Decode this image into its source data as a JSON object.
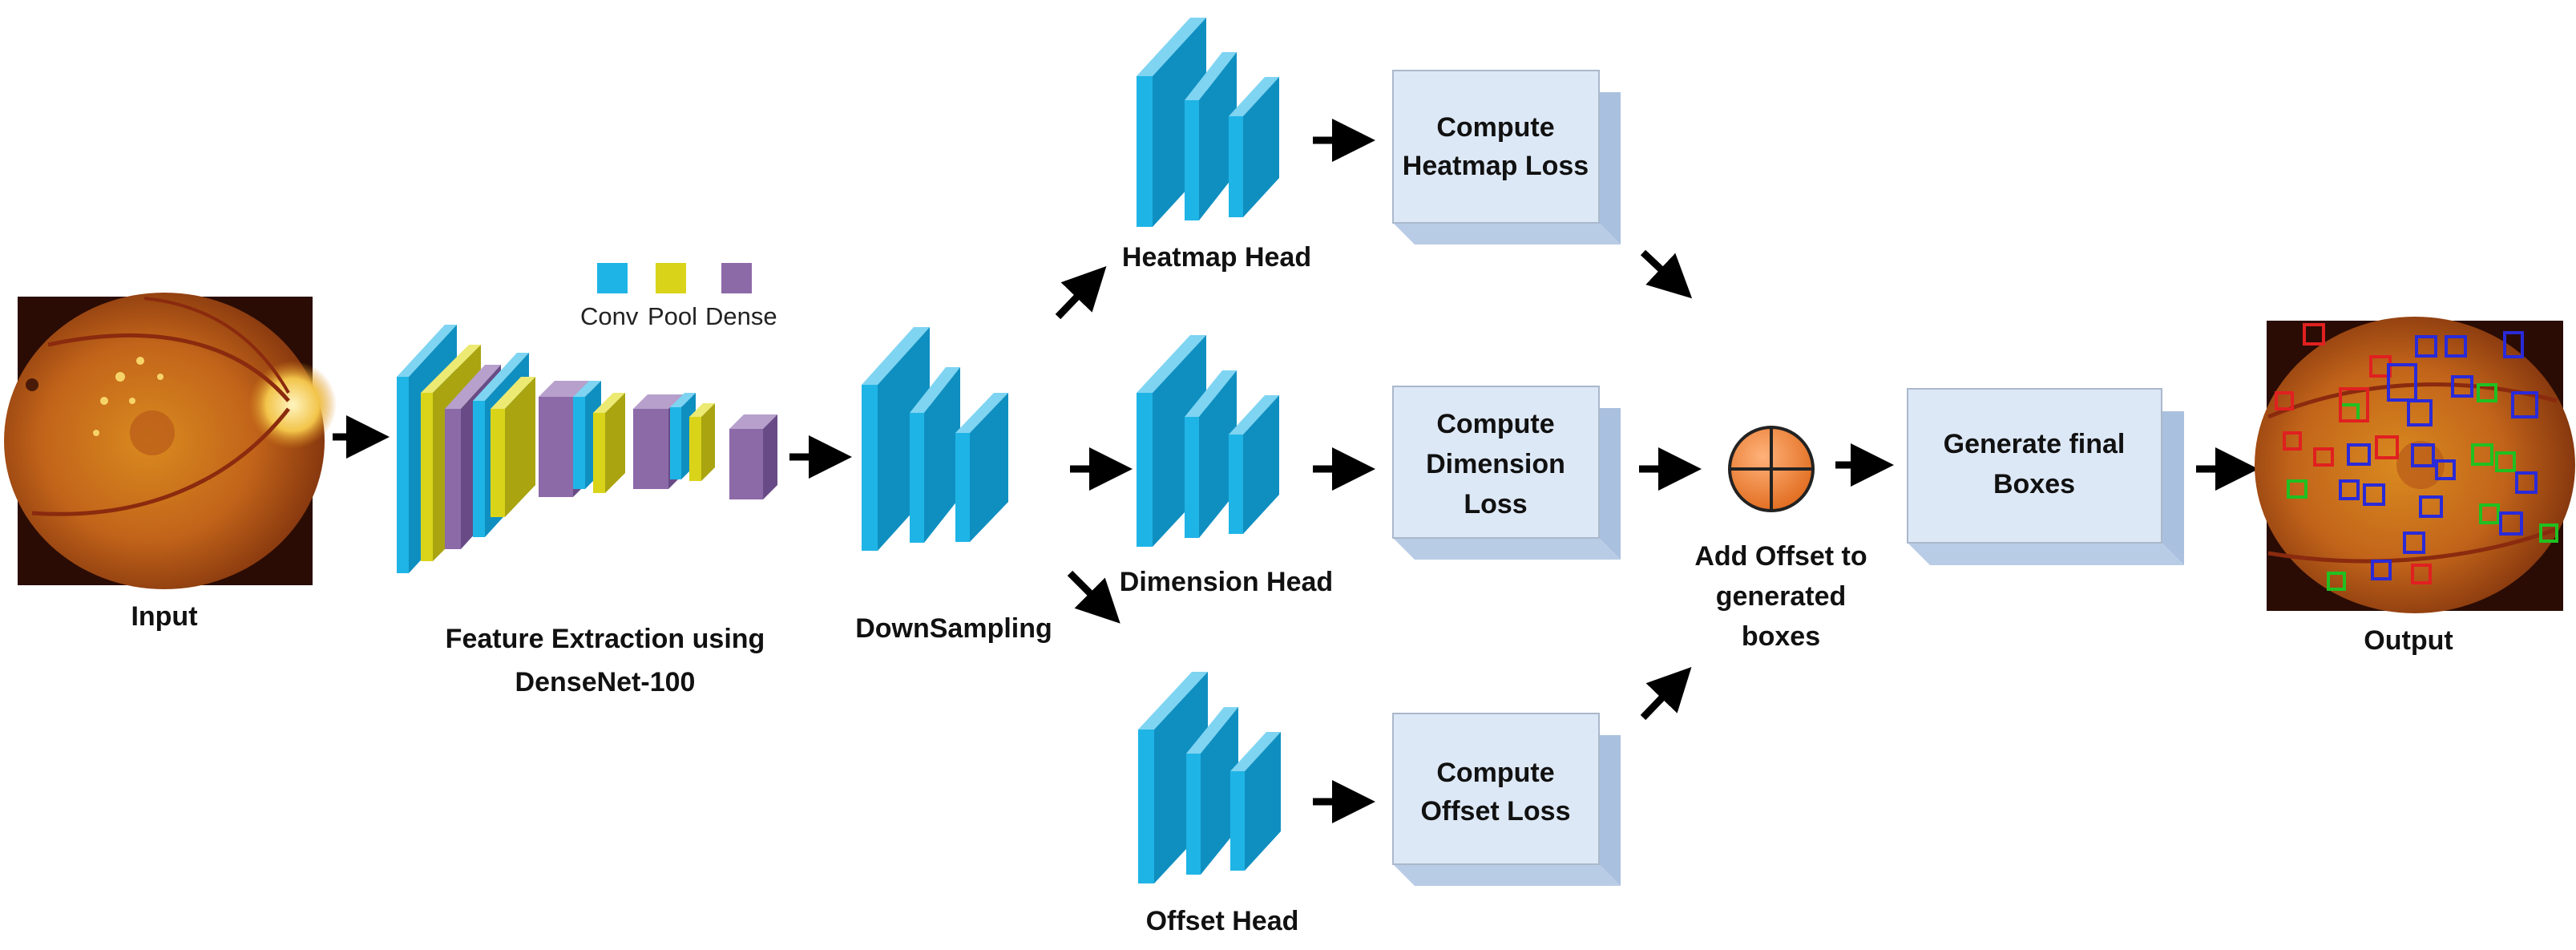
{
  "labels": {
    "input": "Input",
    "feature_line1": "Feature Extraction using",
    "feature_line2": "DenseNet-100",
    "downsampling": "DownSampling",
    "heatmap_head": "Heatmap Head",
    "dimension_head": "Dimension Head",
    "offset_head": "Offset Head",
    "add_offset_line1": "Add Offset to",
    "add_offset_line2": "generated",
    "add_offset_line3": "boxes",
    "output": "Output"
  },
  "legend": {
    "conv": "Conv",
    "pool": "Pool",
    "dense": "Dense"
  },
  "boxes": {
    "heatmap_loss_line1": "Compute",
    "heatmap_loss_line2": "Heatmap Loss",
    "dimension_loss_line1": "Compute",
    "dimension_loss_line2": "Dimension",
    "dimension_loss_line3": "Loss",
    "offset_loss_line1": "Compute",
    "offset_loss_line2": "Offset Loss",
    "generate_line1": "Generate final",
    "generate_line2": "Boxes"
  },
  "colors": {
    "conv": "#1fb4e6",
    "pool": "#d9d41a",
    "dense": "#8c6aa8",
    "box_fill": "#dde8f6",
    "add_node": "#f08a3c",
    "arrow": "#000000"
  }
}
